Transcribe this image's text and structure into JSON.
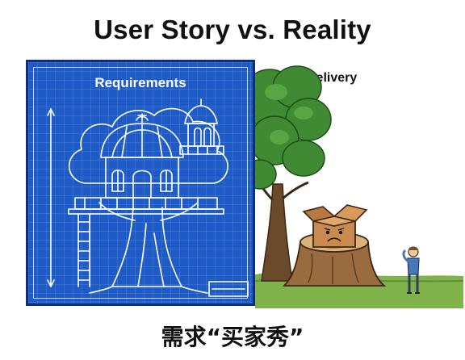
{
  "title": "User Story vs. Reality",
  "blueprint": {
    "label": "Requirements"
  },
  "reality": {
    "label": "Delivery"
  },
  "caption": "需求“买家秀”"
}
